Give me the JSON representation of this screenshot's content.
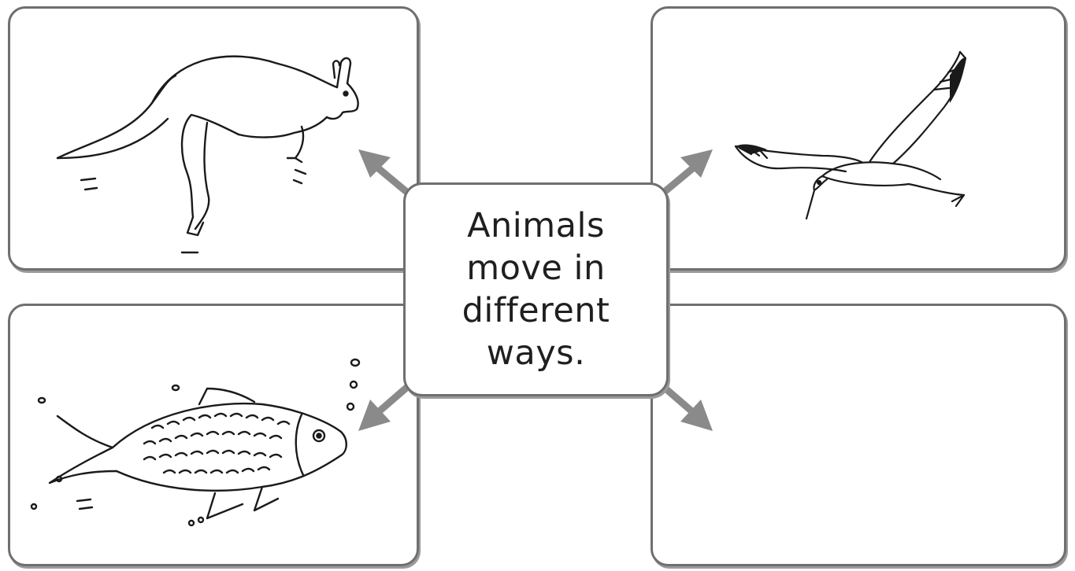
{
  "diagram": {
    "center_text": "Animals move in different ways.",
    "panels": [
      {
        "position": "top-left",
        "animal_icon": "kangaroo-icon"
      },
      {
        "position": "top-right",
        "animal_icon": "bird-icon"
      },
      {
        "position": "bottom-left",
        "animal_icon": "fish-icon"
      },
      {
        "position": "bottom-right",
        "animal_icon": ""
      }
    ],
    "colors": {
      "border": "#6f6f6f",
      "arrow": "#8a8a8a",
      "ink": "#1a1a1a"
    }
  }
}
